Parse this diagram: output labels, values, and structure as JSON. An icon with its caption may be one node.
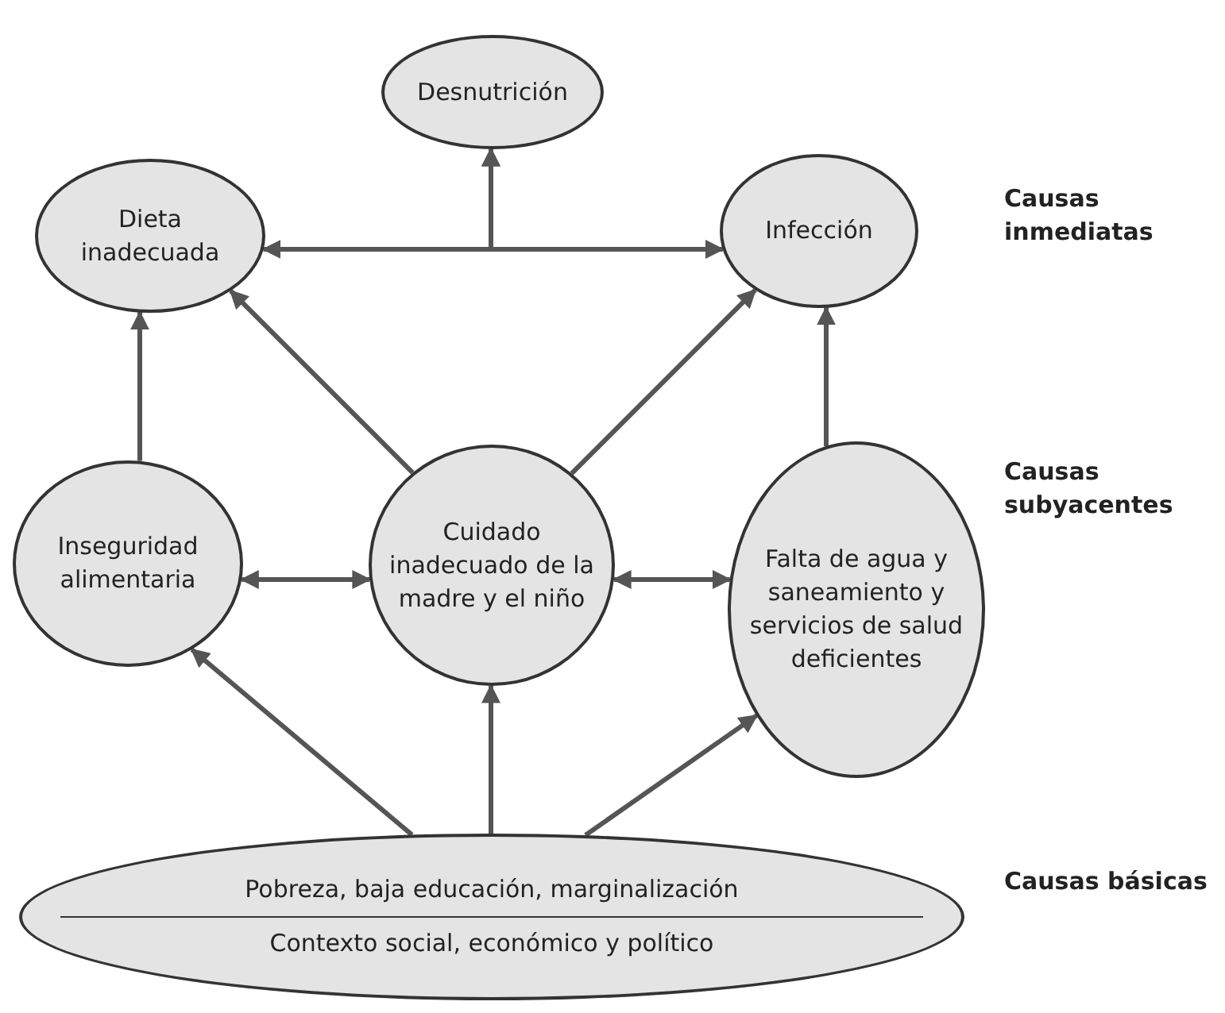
{
  "diagram": {
    "nodes": [
      {
        "text": [
          "Desnutrición"
        ]
      },
      {
        "text": [
          "Dieta inadecuada"
        ]
      },
      {
        "text": [
          "Infección"
        ]
      },
      {
        "text": [
          "Inseguridad alimentaria"
        ]
      },
      {
        "text": [
          "Cuidado inadecuado de la madre y el niño"
        ]
      },
      {
        "text": [
          "Falta de agua y saneamiento y servicios de salud deficientes"
        ]
      },
      {
        "text": [
          "Pobreza, baja educación, marginalización",
          "Contexto social, económico y político"
        ]
      }
    ],
    "edges": [
      {
        "from": 1,
        "to": 2,
        "arrow": "both"
      },
      {
        "from": 1,
        "to": 0,
        "arrow": "to"
      },
      {
        "from": 2,
        "to": 0,
        "arrow": "to"
      },
      {
        "from": 3,
        "to": 1,
        "arrow": "to"
      },
      {
        "from": 4,
        "to": 1,
        "arrow": "to"
      },
      {
        "from": 4,
        "to": 2,
        "arrow": "to"
      },
      {
        "from": 5,
        "to": 2,
        "arrow": "to"
      },
      {
        "from": 3,
        "to": 4,
        "arrow": "both"
      },
      {
        "from": 4,
        "to": 5,
        "arrow": "both"
      },
      {
        "from": 6,
        "to": 3,
        "arrow": "to"
      },
      {
        "from": 6,
        "to": 4,
        "arrow": "to"
      },
      {
        "from": 6,
        "to": 5,
        "arrow": "to"
      }
    ],
    "labels": [
      "Causas inmediatas",
      "Causas subyacentes",
      "Causas básicas"
    ]
  }
}
